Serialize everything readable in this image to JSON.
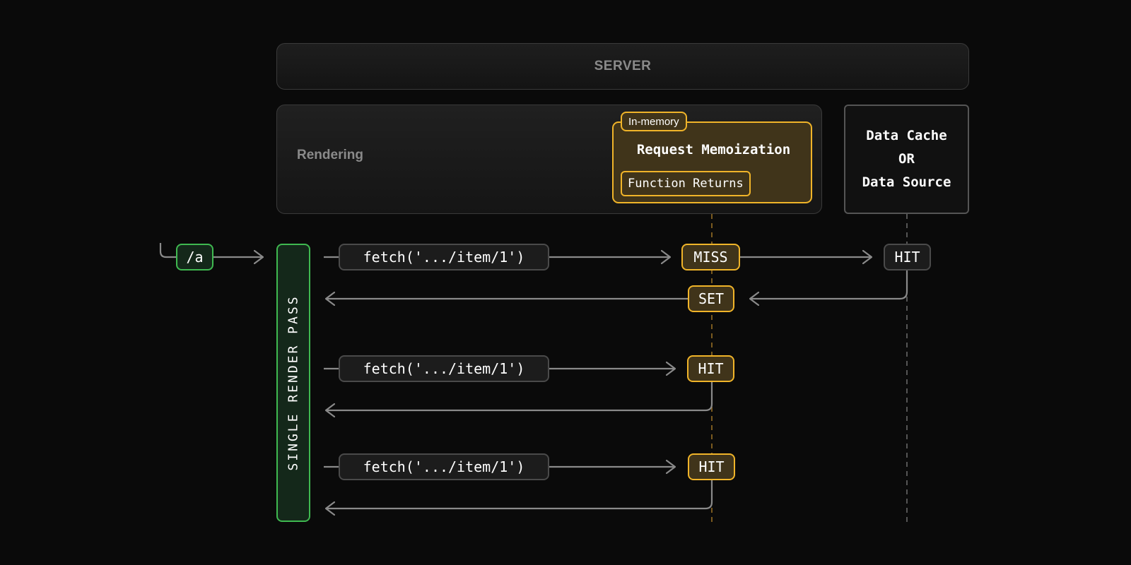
{
  "server": {
    "label": "SERVER"
  },
  "rendering": {
    "label": "Rendering"
  },
  "memoization": {
    "tag": "In-memory",
    "title": "Request Memoization",
    "store": "Function Returns"
  },
  "data_cache": {
    "line1": "Data Cache",
    "line2": "OR",
    "line3": "Data Source"
  },
  "render_pass": {
    "label": "SINGLE RENDER PASS"
  },
  "route": {
    "label": "/a"
  },
  "requests": [
    {
      "fetch": "fetch('.../item/1')",
      "memo_status": "MISS",
      "cache_status": "HIT",
      "set_label": "SET"
    },
    {
      "fetch": "fetch('.../item/1')",
      "memo_status": "HIT"
    },
    {
      "fetch": "fetch('.../item/1')",
      "memo_status": "HIT"
    }
  ],
  "colors": {
    "background": "#0a0a0a",
    "amber": "#f0b429",
    "green": "#3fb950",
    "wire": "#8a8a8a"
  }
}
